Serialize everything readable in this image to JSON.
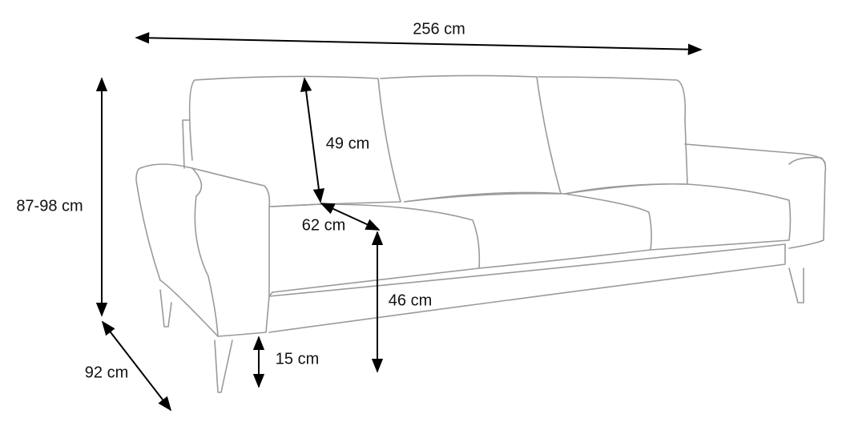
{
  "diagram": {
    "subject": "sofa",
    "dimensions": {
      "width": "256 cm",
      "height": "87-98 cm",
      "depth": "92 cm",
      "backrest_height": "49 cm",
      "seat_depth": "62 cm",
      "seat_height": "46 cm",
      "leg_height": "15 cm"
    }
  },
  "colors": {
    "outline": "#9a9a9a",
    "arrows": "#000000"
  }
}
